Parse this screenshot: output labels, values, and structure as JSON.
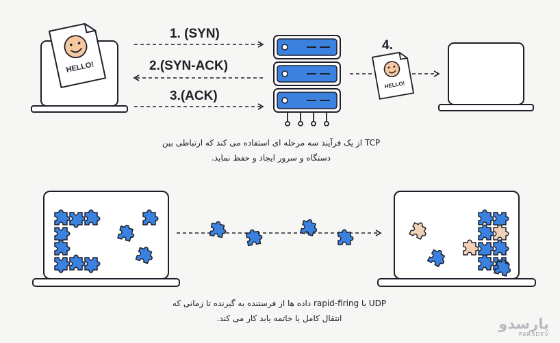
{
  "steps": {
    "syn": "1. (SYN)",
    "synack": "2.(SYN-ACK)",
    "ack": "3.(ACK)",
    "fourth": "4."
  },
  "paper_text": "HELLO!",
  "tcp_caption": {
    "line1": "TCP از یک فرآیند سه مرحله ای استفاده می کند که ارتباطی بین",
    "line2": "دستگاه و سرور ایجاد و حفظ نماید."
  },
  "udp_caption": {
    "line1": "UDP با rapid-firing داده ها از فرستنده به گیرنده تا زمانی که",
    "line2": "انتقال کامل یا خاتمه یابد کار می کند."
  },
  "logo": {
    "word": "پارسدو",
    "latin": "PARSDEV"
  },
  "colors": {
    "outline": "#1e1e28",
    "blue": "#3b82e0",
    "peach": "#f1d2b6",
    "smiley": "#f6c89f",
    "background": "#f6f6f4"
  }
}
